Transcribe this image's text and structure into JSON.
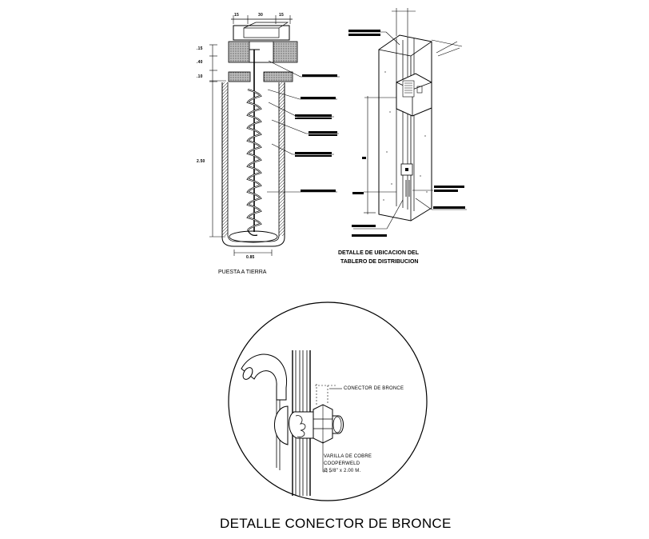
{
  "puesta_a_tierra": {
    "title": "PUESTA A TIERRA",
    "dimensions": {
      "top_left": "15",
      "top_mid": "30",
      "top_right": "15",
      "side_1": ".15",
      "side_2": ".40",
      "side_3": ".10",
      "height": "2.50",
      "bottom_width": "0.85"
    }
  },
  "tablero": {
    "title_line1": "DETALLE DE UBICACION DEL",
    "title_line2": "TABLERO DE DISTRIBUCION"
  },
  "conector": {
    "label_connector": "CONECTOR DE BRONCE",
    "label_rod_line1": "VARILLA DE COBRE",
    "label_rod_line2": "COOPERWELD",
    "label_rod_line3": "Ø 5/8\" x 2.00 M.",
    "title": "DETALLE CONECTOR DE BRONCE"
  }
}
